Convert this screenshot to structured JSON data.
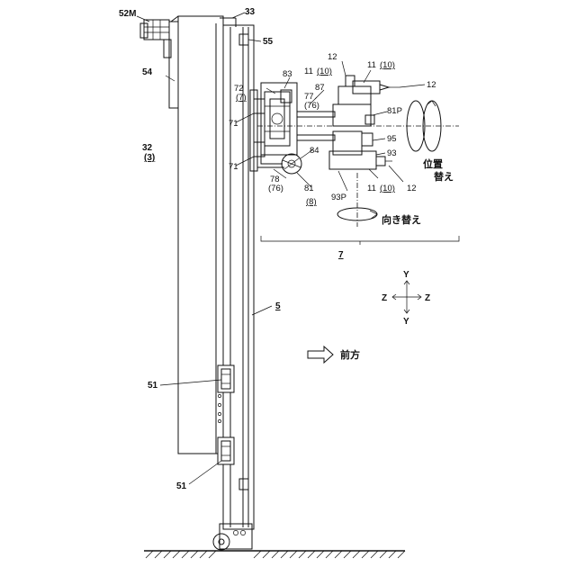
{
  "labels": {
    "l52M": "52M",
    "l33": "33",
    "l55": "55",
    "l54": "54",
    "l83": "83",
    "l12a": "12",
    "l11a": "11",
    "l10a": "(10)",
    "l11b": "11",
    "l10b": "(10)",
    "l12b": "12",
    "l72": "72",
    "l7p": "(7)",
    "l77": "77",
    "l87": "87",
    "l76a": "(76)",
    "l81P": "81P",
    "l71a": "71",
    "l95": "95",
    "l32": "32",
    "l3": "(3)",
    "l84": "84",
    "l93": "93",
    "l71b": "71",
    "l78": "78",
    "l76b": "(76)",
    "l81": "81",
    "l8": "(8)",
    "l93P": "93P",
    "l11c": "11",
    "l10c": "(10)",
    "l12c": "12",
    "l7": "7",
    "l5": "5",
    "l51a": "51",
    "l51b": "51",
    "axisY1": "Y",
    "axisY2": "Y",
    "axisZ1": "Z",
    "axisZ2": "Z",
    "position_swap_1": "位置",
    "position_swap_2": "替え",
    "orientation_swap": "向き替え",
    "forward": "前方"
  }
}
